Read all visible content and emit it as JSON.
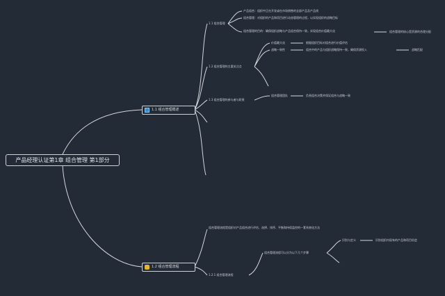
{
  "root": {
    "label": "产品经理认证第1章 组合管理 第1部分"
  },
  "branches": [
    {
      "icon": "book-icon",
      "label": "1.1 组合管理概述",
      "children": [
        {
          "label": "1.1 组合管理",
          "children": [
            {
              "label": "产品组合：组织中正在开发或在市场销售的全部产品及产品线"
            },
            {
              "label": "组合管理：对组织的产品和项目进行动态管理的过程，以实现组织的战略目标"
            },
            {
              "label": "组合管理的目的：确保组织战略与产品组合保持一致，实现组合价值最大化",
              "detail": "组合管理的核心是资源的合理分配"
            }
          ]
        },
        {
          "label": "1.2 组合管理的主要关注点",
          "children": [
            {
              "label": "价值最大化",
              "detail": "根据组织目标对组合进行价值评估"
            },
            {
              "label": "战略一致性",
              "detail": "组合中的产品与组织战略保持一致，确保资源投入",
              "extra": "战略匹配"
            }
          ]
        },
        {
          "label": "1.3 组合管理的参与者与职责",
          "children": [
            {
              "label": "组合管理团队",
              "detail": "负责组合决策并保证组合与战略一致"
            }
          ]
        },
        {
          "label": ""
        },
        {
          "label": ""
        }
      ]
    },
    {
      "icon": "idea-icon",
      "label": "1.2 组合管理流程",
      "children": [
        {
          "label": "组合管理流程是组织对产品组合进行评估、选择、排序、平衡和持续监控的一套系统化方法"
        },
        {
          "label": "1.2.1 组合管理流程",
          "children": [
            {
              "label": "组合管理流程可以分为以下几个步骤",
              "children": [
                {
                  "label": "识别与定义",
                  "detail": "识别组织内现有的产品和项目机会"
                },
                {
                  "label": ""
                }
              ]
            }
          ]
        }
      ]
    }
  ]
}
